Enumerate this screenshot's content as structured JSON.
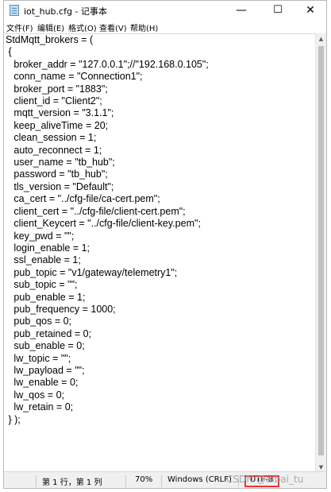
{
  "window": {
    "title": "iot_hub.cfg - 记事本",
    "controls": {
      "minimize": "—",
      "maximize": "☐",
      "close": "✕"
    }
  },
  "menu": {
    "file": "文件(F)",
    "edit": "编辑(E)",
    "format": "格式(O)",
    "view": "查看(V)",
    "help": "帮助(H)"
  },
  "editor": {
    "lines": [
      "StdMqtt_brokers = (",
      " {",
      "   broker_addr = \"127.0.0.1\";//\"192.168.0.105\";",
      "   conn_name = \"Connection1\";",
      "   broker_port = \"1883\";",
      "   client_id = \"Client2\";",
      "   mqtt_version = \"3.1.1\";",
      "   keep_aliveTime = 20;",
      "   clean_session = 1;",
      "   auto_reconnect = 1;",
      "   user_name = \"tb_hub\";",
      "   password = \"tb_hub\";",
      "   tls_version = \"Default\";",
      "   ca_cert = \"../cfg-file/ca-cert.pem\";",
      "   client_cert = \"../cfg-file/client-cert.pem\";",
      "   client_Keycert = \"../cfg-file/client-key.pem\";",
      "   key_pwd = \"\";",
      "   login_enable = 1;",
      "   ssl_enable = 1;",
      "   pub_topic = \"v1/gateway/telemetry1\";",
      "   sub_topic = \"\";",
      "   pub_enable = 1;",
      "   pub_frequency = 1000;",
      "   pub_qos = 0;",
      "   pub_retained = 0;",
      "   sub_enable = 0;",
      "   lw_topic = \"\";",
      "   lw_payload = \"\";",
      "   lw_enable = 0;",
      "   lw_qos = 0;",
      "   lw_retain = 0;",
      " } );"
    ]
  },
  "status": {
    "position": "第 1 行，第 1 列",
    "zoom": "70%",
    "line_ending": "Windows (CRLF)",
    "encoding": "UTF-8"
  },
  "watermark": "CSDN @aibai_tu"
}
